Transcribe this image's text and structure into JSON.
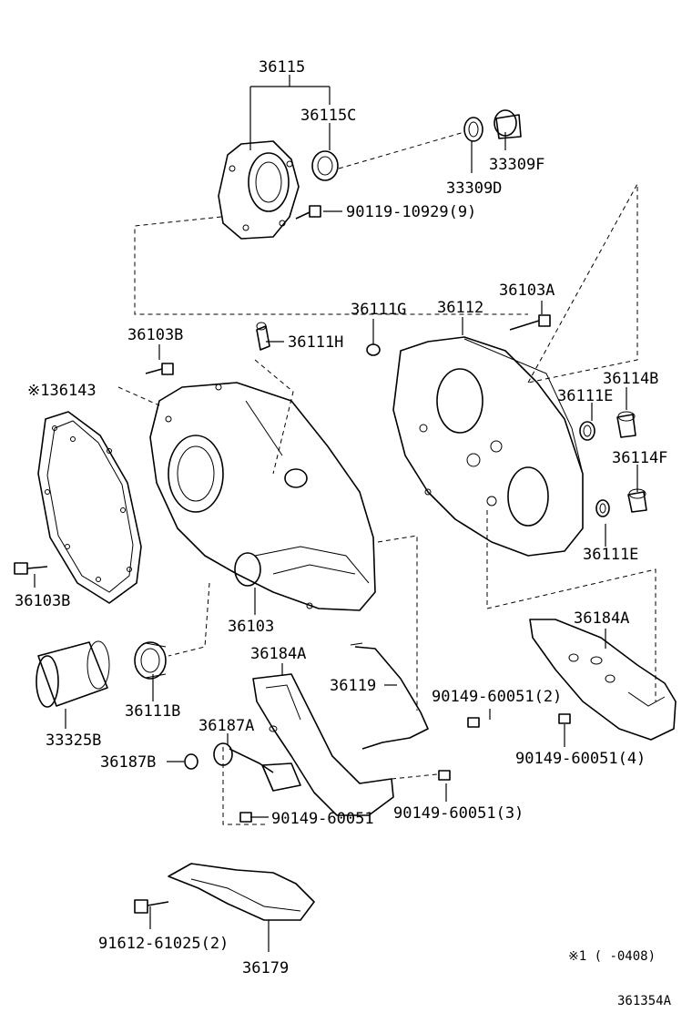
{
  "labels": {
    "p36115": "36115",
    "p36115c": "36115C",
    "p33309d": "33309D",
    "p33309f": "33309F",
    "p90119": "90119-10929(9)",
    "p36103a": "36103A",
    "p36111g": "36111G",
    "p36112": "36112",
    "p36103b_top": "36103B",
    "p36111h": "36111H",
    "p36143": "※136143",
    "p36114b": "36114B",
    "p36111e_top": "36111E",
    "p36114f": "36114F",
    "p36111e_bot": "36111E",
    "p36103b_bot": "36103B",
    "p36103": "36103",
    "p36184a_right": "36184A",
    "p36184a_mid": "36184A",
    "p36119": "36119",
    "p90149_2": "90149-60051(2)",
    "p36111b": "36111B",
    "p33325b": "33325B",
    "p36187a": "36187A",
    "p36187b": "36187B",
    "p90149_4": "90149-60051(4)",
    "p90149_3": "90149-60051(3)",
    "p90149": "90149-60051",
    "p91612": "91612-61025(2)",
    "p36179": "36179"
  },
  "footnote": "※1 (    -0408)",
  "diagram_id": "361354A"
}
